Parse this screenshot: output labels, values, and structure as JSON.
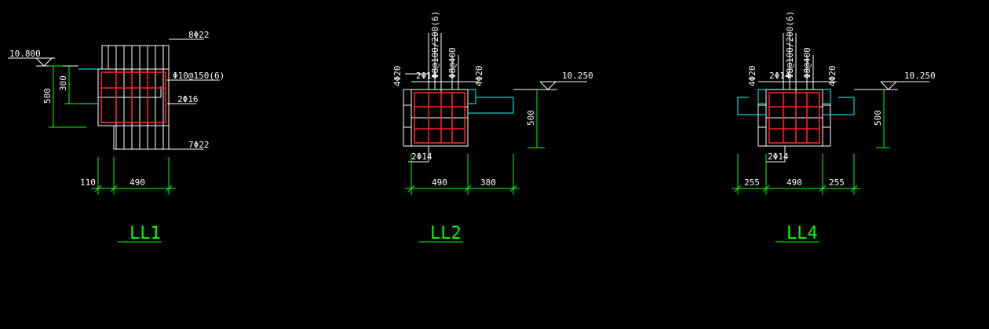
{
  "sections": [
    {
      "title": "LL1",
      "elevation": "10.800",
      "top_bars": "8Φ22",
      "stirrup": "Φ10@150(6)",
      "side_bars": "2Φ16",
      "bottom_bars": "7Φ22",
      "dim_height": "500",
      "dim_slab": "300",
      "dim_left": "110",
      "dim_width": "490"
    },
    {
      "title": "LL2",
      "elevation": "10.250",
      "top_stirrup": "Φ8@100/200(6)",
      "top_mid": "Φ8@400",
      "left_corner": "4Φ20",
      "right_corner": "4Φ20",
      "top_small": "2Φ14",
      "bottom_small": "2Φ14",
      "dim_height": "500",
      "dim_width": "490",
      "dim_right": "380"
    },
    {
      "title": "LL4",
      "elevation": "10.250",
      "top_stirrup": "Φ8@100/200(6)",
      "top_mid": "Φ8@400",
      "left_corner": "4Φ20",
      "right_corner": "4Φ20",
      "top_small": "2Φ14",
      "bottom_small": "2Φ14",
      "dim_height": "500",
      "dim_left": "255",
      "dim_width": "490",
      "dim_right": "255"
    }
  ],
  "colors": {
    "background": "#000000",
    "outline": "#ffffff",
    "dimension": "#00ff00",
    "slab": "#00ffff",
    "rebar": "#ff2020"
  }
}
